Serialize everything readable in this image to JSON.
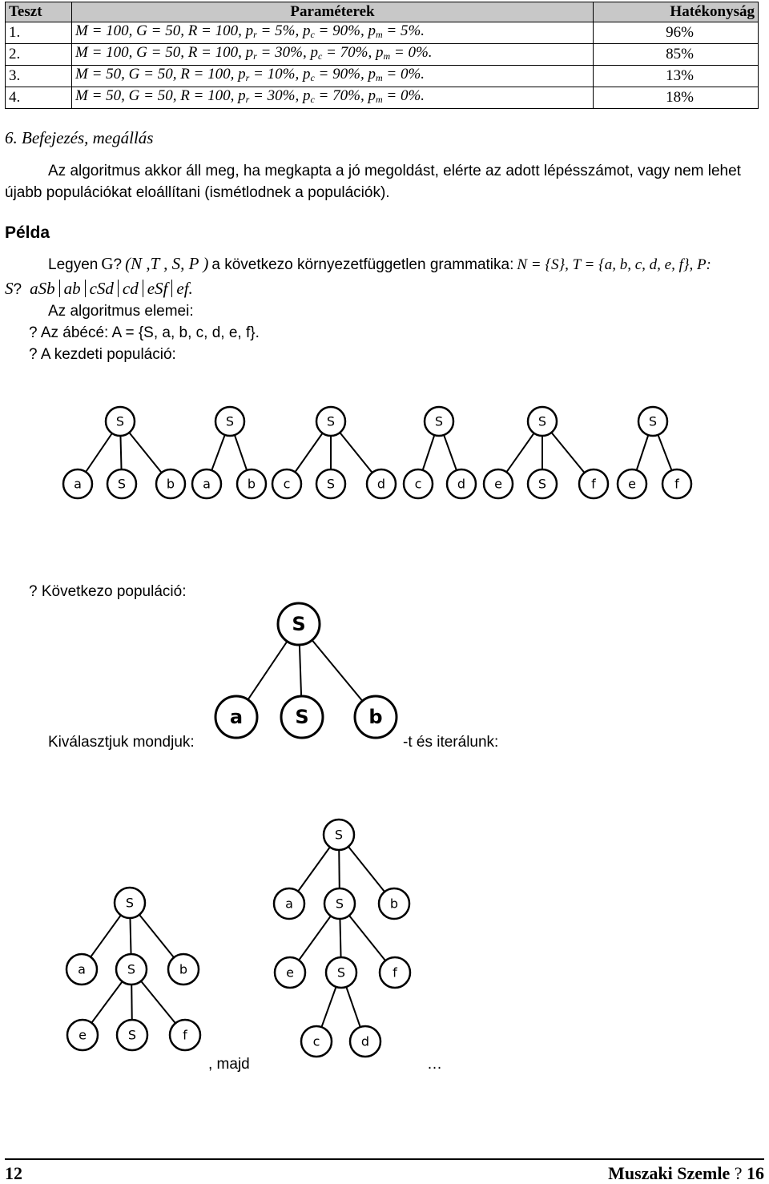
{
  "table": {
    "headers": [
      "Teszt",
      "Paraméterek",
      "Hatékonyság"
    ],
    "rows": [
      {
        "test": "1.",
        "p1": "M = 100, G = 50, R = 100, p",
        "r": "5%",
        "c": "90%",
        "m": "5%.",
        "eff": "96%"
      },
      {
        "test": "2.",
        "p1": "M = 100, G = 50, R = 100, p",
        "r": "30%",
        "c": "70%",
        "m": "0%.",
        "eff": "85%"
      },
      {
        "test": "3.",
        "p1": "M = 50, G = 50, R = 100, p",
        "r": "10%",
        "c": "90%",
        "m": "0%.",
        "eff": "13%"
      },
      {
        "test": "4.",
        "p1": "M = 50, G = 50, R = 100, p",
        "r": "30%",
        "c": "70%",
        "m": "0%.",
        "eff": "18%"
      }
    ],
    "sub_r": "r",
    "sub_c": "c",
    "sub_m": "m",
    "eq_c": " = ",
    "eq_r": " = ",
    "eq_m": " = ",
    "comma_pc": ", p",
    "comma_pm": ", p"
  },
  "section": {
    "title": "6. Befejezés, megállás",
    "paragraph": "Az algoritmus akkor áll meg, ha megkapta a jó megoldást, elérte az adott lépésszámot, vagy nem lehet újabb populációkat eloállítani (ismétlodnek a populációk)."
  },
  "example": {
    "heading": "Példa",
    "legyen": "Legyen",
    "G": "G",
    "q": "?",
    "tuple": "(N ,T , S, P )",
    "grammar_text": "a következo környezetfüggetlen grammatika:",
    "grammar_sets": "N = {S}, T = {a, b, c, d, e, f}, P:",
    "S": "S",
    "prods": [
      "aSb",
      "ab",
      "cSd",
      "cd",
      "eSf",
      "ef"
    ],
    "period": ".",
    "elements": "Az algoritmus elemei:",
    "alphabet_bullet": "?",
    "alphabet": "Az ábécé: A = {S, a, b, c, d, e, f}.",
    "initial_bullet": "?",
    "initial": "A kezdeti populáció:",
    "next_bullet": "?",
    "next": "Következo populáció:",
    "select": "Kiválasztjuk mondjuk:",
    "iterate": "-t és iterálunk:",
    "then": ", majd",
    "ellipsis": "…"
  },
  "tree_labels": {
    "S": "S",
    "a": "a",
    "b": "b",
    "c": "c",
    "d": "d",
    "e": "e",
    "f": "f"
  },
  "footer": {
    "page": "12",
    "journal": "Muszaki Szemle",
    "q": "?",
    "issue": "16"
  }
}
